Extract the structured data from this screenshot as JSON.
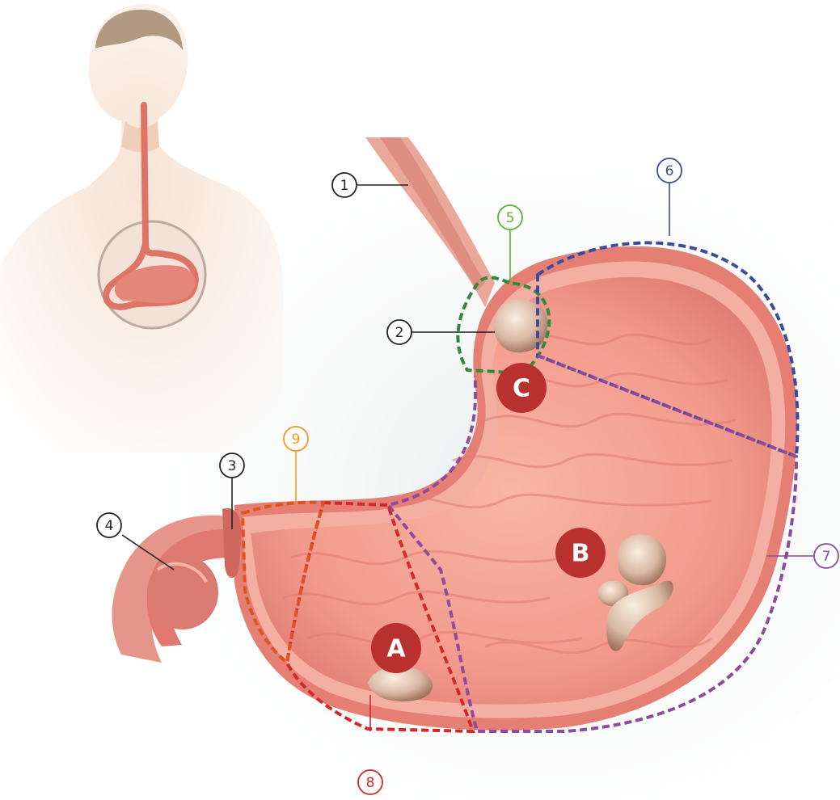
{
  "callouts": [
    {
      "id": "c1",
      "label": "1",
      "color": "#222222"
    },
    {
      "id": "c2",
      "label": "2",
      "color": "#222222"
    },
    {
      "id": "c3",
      "label": "3",
      "color": "#222222"
    },
    {
      "id": "c4",
      "label": "4",
      "color": "#222222"
    },
    {
      "id": "c5",
      "label": "5",
      "color": "#5bb135"
    },
    {
      "id": "c6",
      "label": "6",
      "color": "#3d4b9e"
    },
    {
      "id": "c7",
      "label": "7",
      "color": "#8e4a9e"
    },
    {
      "id": "c8",
      "label": "8",
      "color": "#d4282a"
    },
    {
      "id": "c9",
      "label": "9",
      "color": "#f19a1d"
    }
  ],
  "regions": [
    {
      "id": "A",
      "label": "A"
    },
    {
      "id": "B",
      "label": "B"
    },
    {
      "id": "C",
      "label": "C"
    }
  ],
  "colors": {
    "badge": "#b8312f",
    "cardia_outline": "#2e8a3a",
    "fundus_outline": "#3d4b9e",
    "body_outline": "#8e4a9e",
    "antrum_outline": "#d4282a",
    "pylorus_outline": "#e0531f",
    "tissue": "#e9827a",
    "tissue_inner": "#f4a79a",
    "skin": "#f2d7c4"
  },
  "icons": [
    "human-torso-figure",
    "stomach-cross-section",
    "tumor-growth"
  ]
}
